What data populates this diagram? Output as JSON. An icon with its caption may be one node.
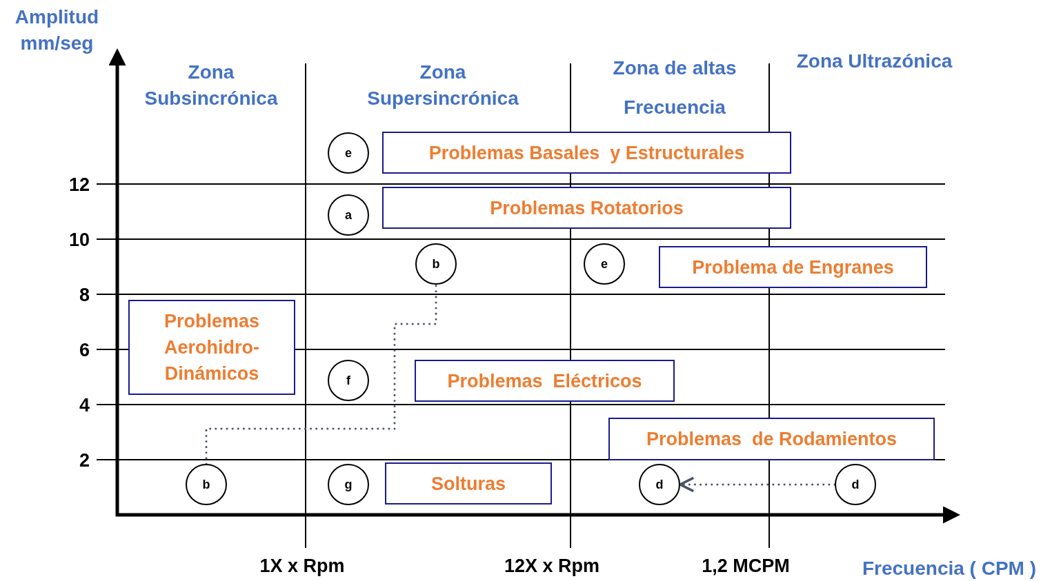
{
  "diagram": {
    "nodes": [
      {
        "text": [
          "e"
        ]
      },
      {
        "text": [
          "Problemas Basales  y Estructurales"
        ]
      },
      {
        "text": [
          "a"
        ]
      },
      {
        "text": [
          "Problemas Rotatorios"
        ]
      },
      {
        "text": [
          "b"
        ]
      },
      {
        "text": [
          "e"
        ]
      },
      {
        "text": [
          "Problema de Engranes"
        ]
      },
      {
        "text": [
          "Problemas Aerohidro- Dinámicos"
        ]
      },
      {
        "text": [
          "f"
        ]
      },
      {
        "text": [
          "Problemas  Eléctricos"
        ]
      },
      {
        "text": [
          "Problemas  de Rodamientos"
        ]
      },
      {
        "text": [
          "b"
        ]
      },
      {
        "text": [
          "g"
        ]
      },
      {
        "text": [
          "Solturas"
        ]
      },
      {
        "text": [
          "d"
        ]
      },
      {
        "text": [
          "d"
        ]
      }
    ],
    "edges": [
      {
        "from": 11,
        "to": 4,
        "arrow": "none",
        "style": "dashed"
      },
      {
        "from": 15,
        "to": 14,
        "arrow": "to",
        "style": "dashed"
      }
    ],
    "labels": [
      "Amplitud mm/seg",
      "Zona Subsincrónica",
      "Zona Supersincrónica",
      "Zona de altas Frecuencia",
      "Zona Ultrazónica",
      "12",
      "10",
      "8",
      "6",
      "4",
      "2",
      "1X x Rpm",
      "12X x Rpm",
      "1,2 MCPM",
      "Frecuencia ( CPM )"
    ]
  }
}
